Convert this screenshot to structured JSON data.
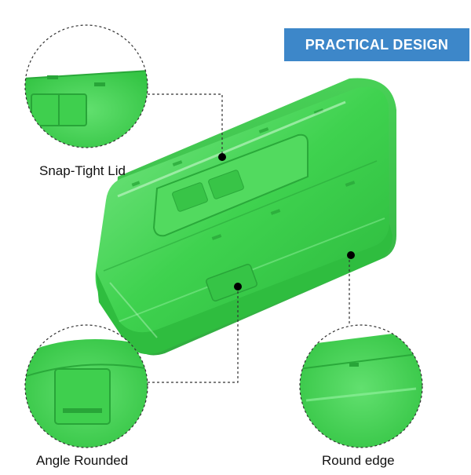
{
  "banner": {
    "text": "PRACTICAL DESIGN",
    "background_color": "#3d87c9",
    "text_color": "#ffffff"
  },
  "product": {
    "color_main": "#3fd24f",
    "color_dark": "#22a734",
    "color_light": "#8ef09a"
  },
  "callouts": [
    {
      "label": "Snap-Tight Lid",
      "zoom_area": "lid latch"
    },
    {
      "label": "Angle Rounded",
      "zoom_area": "front corner"
    },
    {
      "label": "Round edge",
      "zoom_area": "side edge"
    }
  ]
}
